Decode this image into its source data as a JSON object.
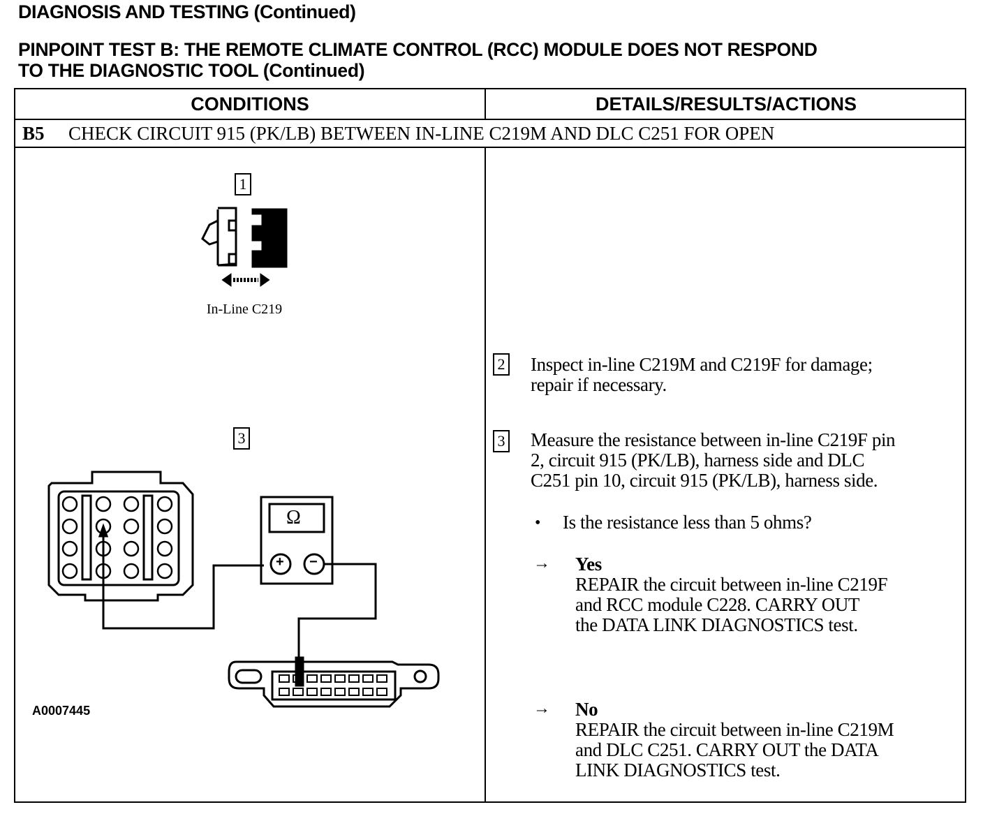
{
  "page": {
    "heading": "DIAGNOSIS AND TESTING (Continued)",
    "test_title_line1": "PINPOINT TEST B: THE REMOTE CLIMATE CONTROL (RCC) MODULE DOES NOT RESPOND",
    "test_title_line2": "TO THE DIAGNOSTIC TOOL (Continued)"
  },
  "table": {
    "col_conditions": "CONDITIONS",
    "col_details": "DETAILS/RESULTS/ACTIONS",
    "step_id": "B5",
    "step_title": "CHECK CIRCUIT 915 (PK/LB) BETWEEN IN-LINE C219M AND DLC C251 FOR OPEN"
  },
  "figures": {
    "step1_num": "1",
    "step1_caption": "In-Line C219",
    "step3_num": "3",
    "meter_symbol": "Ω",
    "plus_symbol": "+",
    "minus_symbol": "−",
    "figure_id": "A0007445"
  },
  "details": {
    "step2_num": "2",
    "step2_line1": "Inspect in-line C219M and C219F for damage;",
    "step2_line2": "repair if necessary.",
    "step3_num": "3",
    "step3_line1": "Measure the resistance between in-line C219F pin",
    "step3_line2": "2, circuit 915 (PK/LB), harness side and DLC",
    "step3_line3": "C251 pin 10, circuit 915 (PK/LB), harness side.",
    "bullet_symbol": "•",
    "question": "Is the resistance less than 5 ohms?",
    "arrow_symbol": "→",
    "yes_label": "Yes",
    "yes_line1": "REPAIR the circuit between in-line C219F",
    "yes_line2": "and RCC module C228. CARRY OUT",
    "yes_line3": "the DATA LINK DIAGNOSTICS test.",
    "no_label": "No",
    "no_line1": "REPAIR the circuit between in-line C219M",
    "no_line2": "and DLC C251. CARRY OUT the DATA",
    "no_line3": "LINK DIAGNOSTICS test."
  }
}
